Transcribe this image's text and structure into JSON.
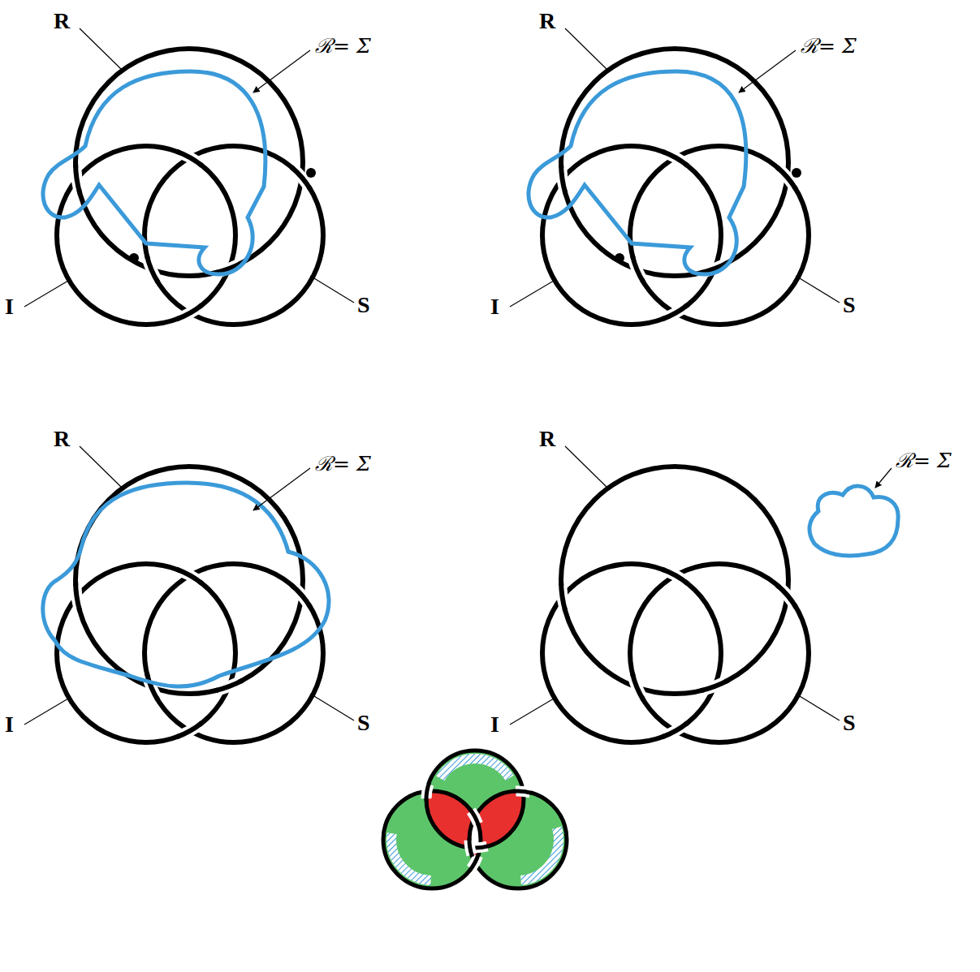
{
  "diagram": {
    "labels": [
      "R",
      "ℛ= Σ",
      "I",
      "S",
      "R",
      "ℛ= Σ",
      "I",
      "S",
      "R",
      "ℛ= Σ",
      "I",
      "S",
      "R",
      "ℛ= Σ",
      "I",
      "S"
    ]
  }
}
